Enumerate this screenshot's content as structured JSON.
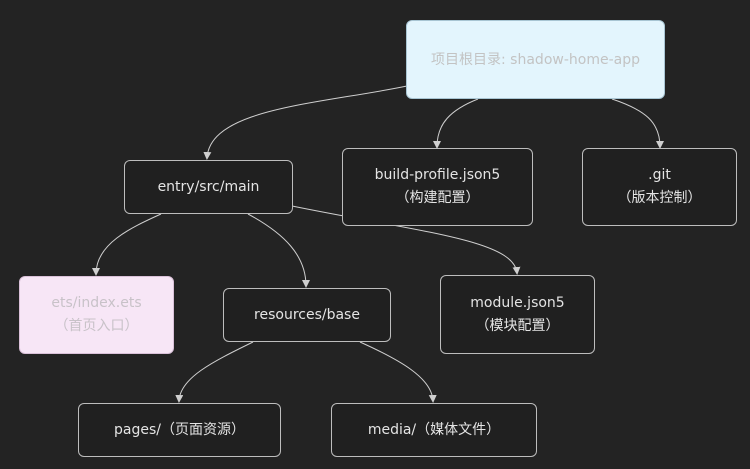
{
  "root": {
    "label": "项目根目录: shadow-home-app"
  },
  "nodes": {
    "entry_src_main": {
      "label": "entry/src/main"
    },
    "build_profile": {
      "label": "build-profile.json5",
      "note": "（构建配置）"
    },
    "git": {
      "label": ".git",
      "note": "（版本控制）"
    },
    "ets_index": {
      "label": "ets/index.ets",
      "note": "（首页入口）"
    },
    "resources_base": {
      "label": "resources/base"
    },
    "module_json": {
      "label": "module.json5",
      "note": "（模块配置）"
    },
    "pages": {
      "label": "pages/（页面资源）"
    },
    "media": {
      "label": "media/（媒体文件）"
    }
  },
  "colors": {
    "background": "#232323",
    "node_border": "#bdbdbd",
    "root_fill": "#e3f5fd",
    "entry_fill": "#f7e6f6",
    "edge": "#cfcfcf"
  }
}
